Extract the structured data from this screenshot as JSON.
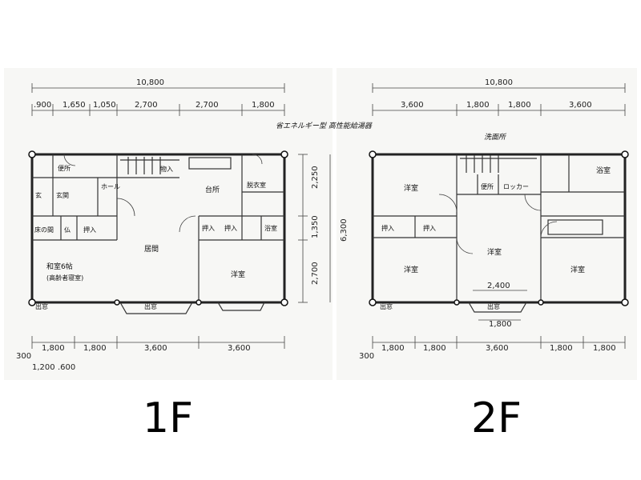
{
  "floor1": {
    "label": "1F",
    "total_width": "10,800",
    "top_dims": [
      ".900",
      "1,650",
      "1,050",
      "2,700",
      "2,700",
      "1,800"
    ],
    "bottom_dims": [
      "1,800",
      "1,800",
      "3,600",
      "3,600"
    ],
    "bottom_sub_dims": [
      "300",
      "1,200",
      ".600"
    ],
    "right_dims": [
      "2,250",
      "1,350",
      "2,700"
    ],
    "total_depth": "6,300",
    "note": "省エネルギー型 高性能給湯器",
    "rooms": {
      "toilet": "便所",
      "storage": "物入",
      "kitchen": "台所",
      "dressing": "脱衣室",
      "entrance": "玄関",
      "hall": "ホール",
      "gen": "玄",
      "tokonoma": "床の間",
      "butsudan": "仏",
      "closet_a": "押入",
      "closet_b": "押入",
      "closet_c": "押入",
      "bath": "浴室",
      "living": "居間",
      "western": "洋室",
      "japanese": "和室6帖",
      "japanese_note": "(高齢者寝室)",
      "bay_a": "出窓",
      "bay_b": "出窓"
    }
  },
  "floor2": {
    "label": "2F",
    "total_width": "10,800",
    "top_dims": [
      "3,600",
      "1,800",
      "1,800",
      "3,600"
    ],
    "bottom_dims": [
      "1,800",
      "1,800",
      "3,600",
      "1,800",
      "1,800"
    ],
    "bottom_sub_dims": [
      "300"
    ],
    "inner_dims": [
      "2,400",
      "1,800"
    ],
    "note": "洗面所",
    "rooms": {
      "western_nw": "洋室",
      "toilet": "便所",
      "locker": "ロッカー",
      "bath": "浴室",
      "closet_a": "押入",
      "closet_b": "押入",
      "western_sw": "洋室",
      "western_center": "洋室",
      "western_se": "洋室",
      "bay_a": "出窓",
      "bay_b": "出窓"
    }
  }
}
